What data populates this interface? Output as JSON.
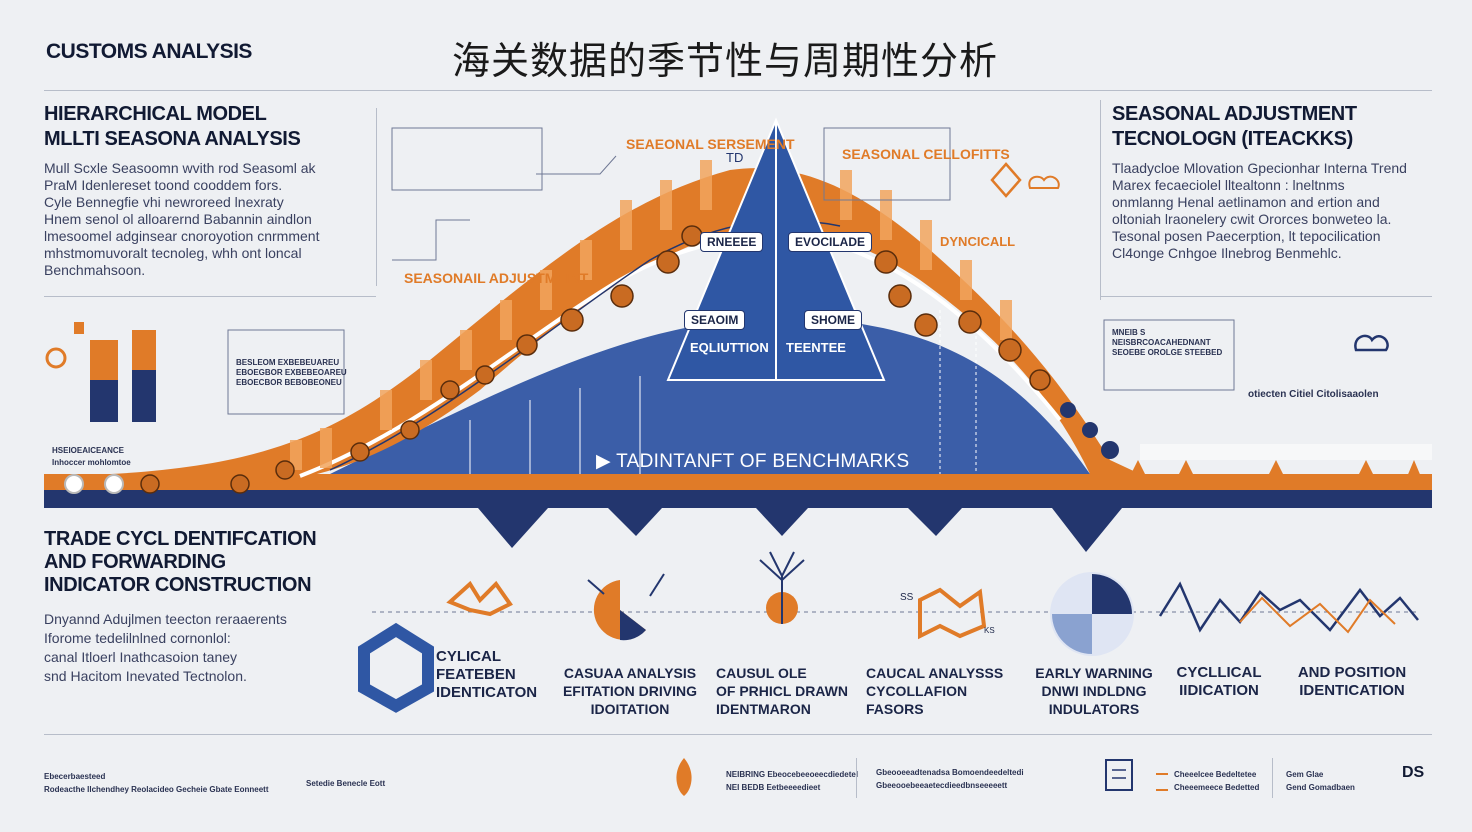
{
  "header": {
    "left_title": "CUSTOMS ANALYSIS",
    "main_title": "海关数据的季节性与周期性分析"
  },
  "left_top": {
    "heading_line1": "HIERARCHICAL MODEL",
    "heading_line2": "MLLTI SEASONA ANALYSIS",
    "body": [
      "Mull  Scxle Seasoomn wvith rod Seasoml ak",
      "PraM Idenlereset toond cooddem fors.",
      "Cyle Bennegfie vhi newroreed lnexraty",
      "Hnem senol ol alloarernd Babannin aindlon",
      "lmesoomel adginsear cnoroyotion cnrmment",
      "mhstmomuvoralt tecnoleg, whh ont loncal",
      "Benchmahsoon."
    ]
  },
  "right_top": {
    "heading_line1": "SEASONAL ADJUSTMENT",
    "heading_line2": "TECNOLOGN (ITEACKKS)",
    "body": [
      "Tlaadycloe Mlovation Gpecionhar Interna Trend",
      "Marex fecaeciolel lltealtonn : lneltnms",
      "onmlanng Henal aetlinamon and ertion and",
      "oltoniah lraonelery cwit Ororces bonweteo la.",
      "Tesonal posen Paecerption, lt tepocilication",
      "Cl4onge Cnhgoe Ilnebrog Benmehlc."
    ]
  },
  "diagram": {
    "callout_seasonal_sentiment": "SEAEONAL\nSERSEMENT",
    "callout_to": "TD",
    "callout_seasonal_coefficients": "SEASONAL\nCELLOFITTS",
    "callout_seasonal_adjustment": "SEASONAIL\nADJUSTMEINT",
    "callout_dyncicall": "DYNCICALL",
    "pill_remee": "RNEEEE",
    "pill_evolution": "EVOCILADE",
    "pill_seasoim": "SEAOIM",
    "pill_shome": "SHOME",
    "label_evolution": "EQLIUTTION",
    "label_teentee": "TEENTEE",
    "center_banner": "TADINTANFT OF BENCHMARKS",
    "left_band_label": "HSEIOEAICEANCE",
    "left_band_sub": "Inhoccer mohlomtoe",
    "right_caption": "otiecten Citiel Citolisaaolen",
    "right_mini_box": "MNEIB  S\nNEISBRCOACAHEDNANT\nSEOEBE OROLGE STEEBED",
    "left_mini_box": "BESLEOM EXBEBEUAREU\nEBOEGBOR EXBEBEOAREU\nEBOECBOR BEBOBEONEU"
  },
  "left_mid": {
    "heading_line1": "TRADE CYCL DENTIFCATION",
    "heading_line2": "AND FORWARDING",
    "heading_line3": "INDICATOR CONSTRUCTION",
    "body": [
      "Dnyannd Adujlmen teecton reraaerents",
      "Iforome tedelilnlned cornonlol:",
      "canal Itloerl Inathcasoion taney",
      "snd Hacitom Inevated Tectnolon."
    ]
  },
  "bottom_items": [
    {
      "label": "CYLICAL\nFEATEBEN\nIDENTICATON"
    },
    {
      "label": "CASUAA ANALYSIS\nEFITATION DRIVING\nIDOITATION"
    },
    {
      "label": "CAUSUL  OLE\nOF PRHICL DRAWN\nIDENTMARON"
    },
    {
      "label": "CAUCAL ANALYSSS\nCYCOLLAFION\nFASORS"
    },
    {
      "label": "EARLY WARNING\nDNWI INDLDNG\nINDULATORS"
    },
    {
      "label": "CYCLLICAL\nIIDICATION"
    },
    {
      "label": "AND POSITION\nIDENTICATION"
    }
  ],
  "bottom_small": {
    "ss": "SS",
    "ks": "KS"
  },
  "footer": {
    "col1_line1": "Ebecerbaesteed",
    "col1_line2": "Rodeacthe Ilchendhey Reolacideo Gecheie Gbate Eonneett",
    "col2": "Setedie Benecle Eott",
    "col3_line1": "NEIBRING  Ebeocebeeoeecdiedetel",
    "col3_line2": "NEI BEDB  Eetbeeeedieet",
    "col4_line1": "Gbeooeeadtenadsa Bomoendeedeltedi",
    "col4_line2": "Gbeeooebeeaetecdieedbnseeeeett",
    "col5_line1": "Cheeelcee Bedeltetee",
    "col5_line2": "Cheeemeece Bedetted",
    "col6_line1": "Gem Glae",
    "col6_line2": "Gend Gomadbaen",
    "logo": "DS"
  },
  "colors": {
    "orange": "#e07b28",
    "navy": "#23366e",
    "blue": "#3b63a8",
    "bg": "#eef0f3"
  }
}
